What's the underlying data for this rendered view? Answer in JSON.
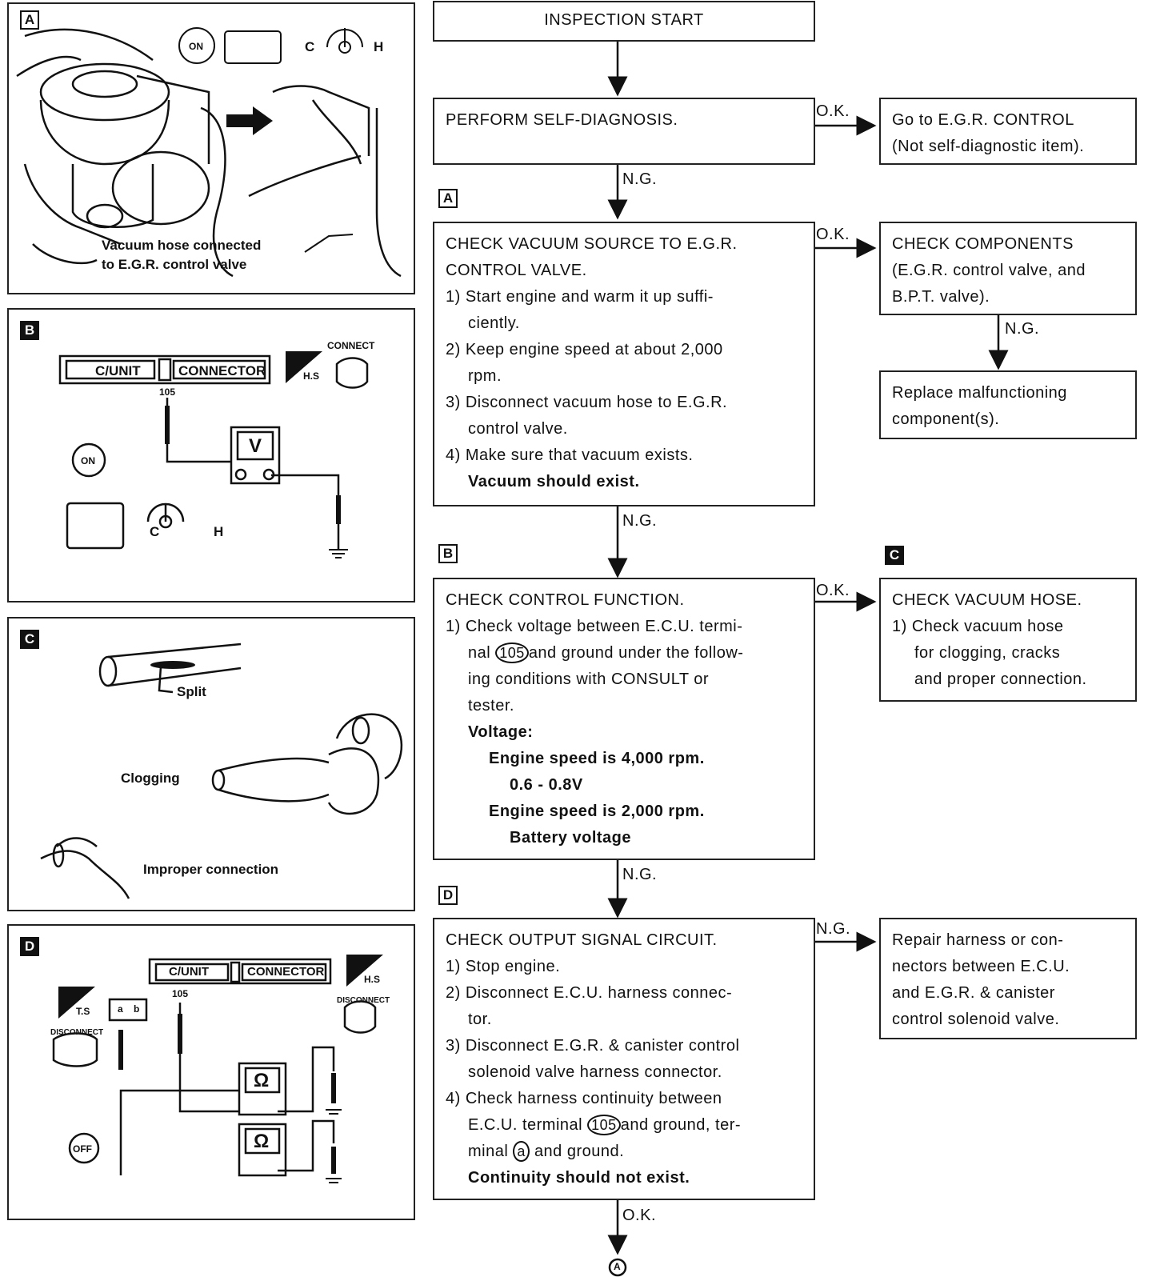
{
  "flow": {
    "start": "INSPECTION START",
    "self_diag": "PERFORM SELF-DIAGNOSIS.",
    "egr_control": [
      "Go to E.G.R. CONTROL",
      "(Not self-diagnostic item)."
    ],
    "vacuum_source": {
      "title": [
        "CHECK VACUUM SOURCE TO E.G.R.",
        "CONTROL VALVE."
      ],
      "steps": [
        "1) Start engine and warm it up suffi-",
        "ciently.",
        "2) Keep engine speed at about 2,000",
        "rpm.",
        "3) Disconnect vacuum hose to E.G.R.",
        "control valve.",
        "4) Make sure that vacuum exists."
      ],
      "expect": "Vacuum should exist."
    },
    "components": [
      "CHECK COMPONENTS",
      "(E.G.R. control valve, and",
      "B.P.T. valve)."
    ],
    "replace": [
      "Replace malfunctioning",
      "component(s)."
    ],
    "control_function": {
      "title": "CHECK CONTROL FUNCTION.",
      "l1": "1) Check voltage between E.C.U. termi-",
      "l2a": "nal",
      "terminal": "105",
      "l2b": "and ground under the follow-",
      "l3": "ing conditions with CONSULT or",
      "l4": "tester.",
      "voltage": "Voltage:",
      "cond1": "Engine speed is 4,000 rpm.",
      "val1": "0.6 - 0.8V",
      "cond2": "Engine speed is 2,000 rpm.",
      "val2": "Battery voltage"
    },
    "vacuum_hose": [
      "CHECK VACUUM HOSE.",
      "1) Check vacuum hose",
      "for clogging, cracks",
      "and proper connection."
    ],
    "output_signal": {
      "title": "CHECK OUTPUT SIGNAL CIRCUIT.",
      "s1": "1) Stop engine.",
      "s2a": "2) Disconnect E.C.U. harness connec-",
      "s2b": "tor.",
      "s3a": "3) Disconnect E.G.R. & canister control",
      "s3b": "solenoid valve harness connector.",
      "s4a": "4) Check harness continuity between",
      "s4b1": "E.C.U. terminal",
      "terminal": "105",
      "s4b2": "and ground, ter-",
      "s4c1": "minal",
      "terminal_a": "a",
      "s4c2": "and ground.",
      "expect": "Continuity should not exist."
    },
    "repair": [
      "Repair harness or con-",
      "nectors between E.C.U.",
      "and E.G.R. & canister",
      "control solenoid valve."
    ],
    "labels": {
      "ok": "O.K.",
      "ng": "N.G.",
      "end": "A"
    },
    "section_letters": [
      "A",
      "B",
      "C",
      "D"
    ]
  },
  "figures": {
    "a": {
      "letter": "A",
      "caption": [
        "Vacuum hose connected",
        "to E.G.R. control valve"
      ],
      "c": "C",
      "h": "H",
      "on": "ON"
    },
    "b": {
      "letter": "B",
      "c_unit": "C/UNIT",
      "connector": "CONNECTOR",
      "terminal": "105",
      "connect": "CONNECT",
      "hs": "H.S",
      "meter": "V",
      "on": "ON",
      "c": "C",
      "h": "H"
    },
    "c": {
      "letter": "C",
      "split": "Split",
      "clogging": "Clogging",
      "improper": "Improper connection"
    },
    "d": {
      "letter": "D",
      "c_unit": "C/UNIT",
      "connector": "CONNECTOR",
      "terminal": "105",
      "disconnect": "DISCONNECT",
      "ts": "T.S",
      "hs": "H.S",
      "meter": "Ω",
      "off": "OFF",
      "conn_a": "a",
      "conn_b": "b"
    }
  }
}
